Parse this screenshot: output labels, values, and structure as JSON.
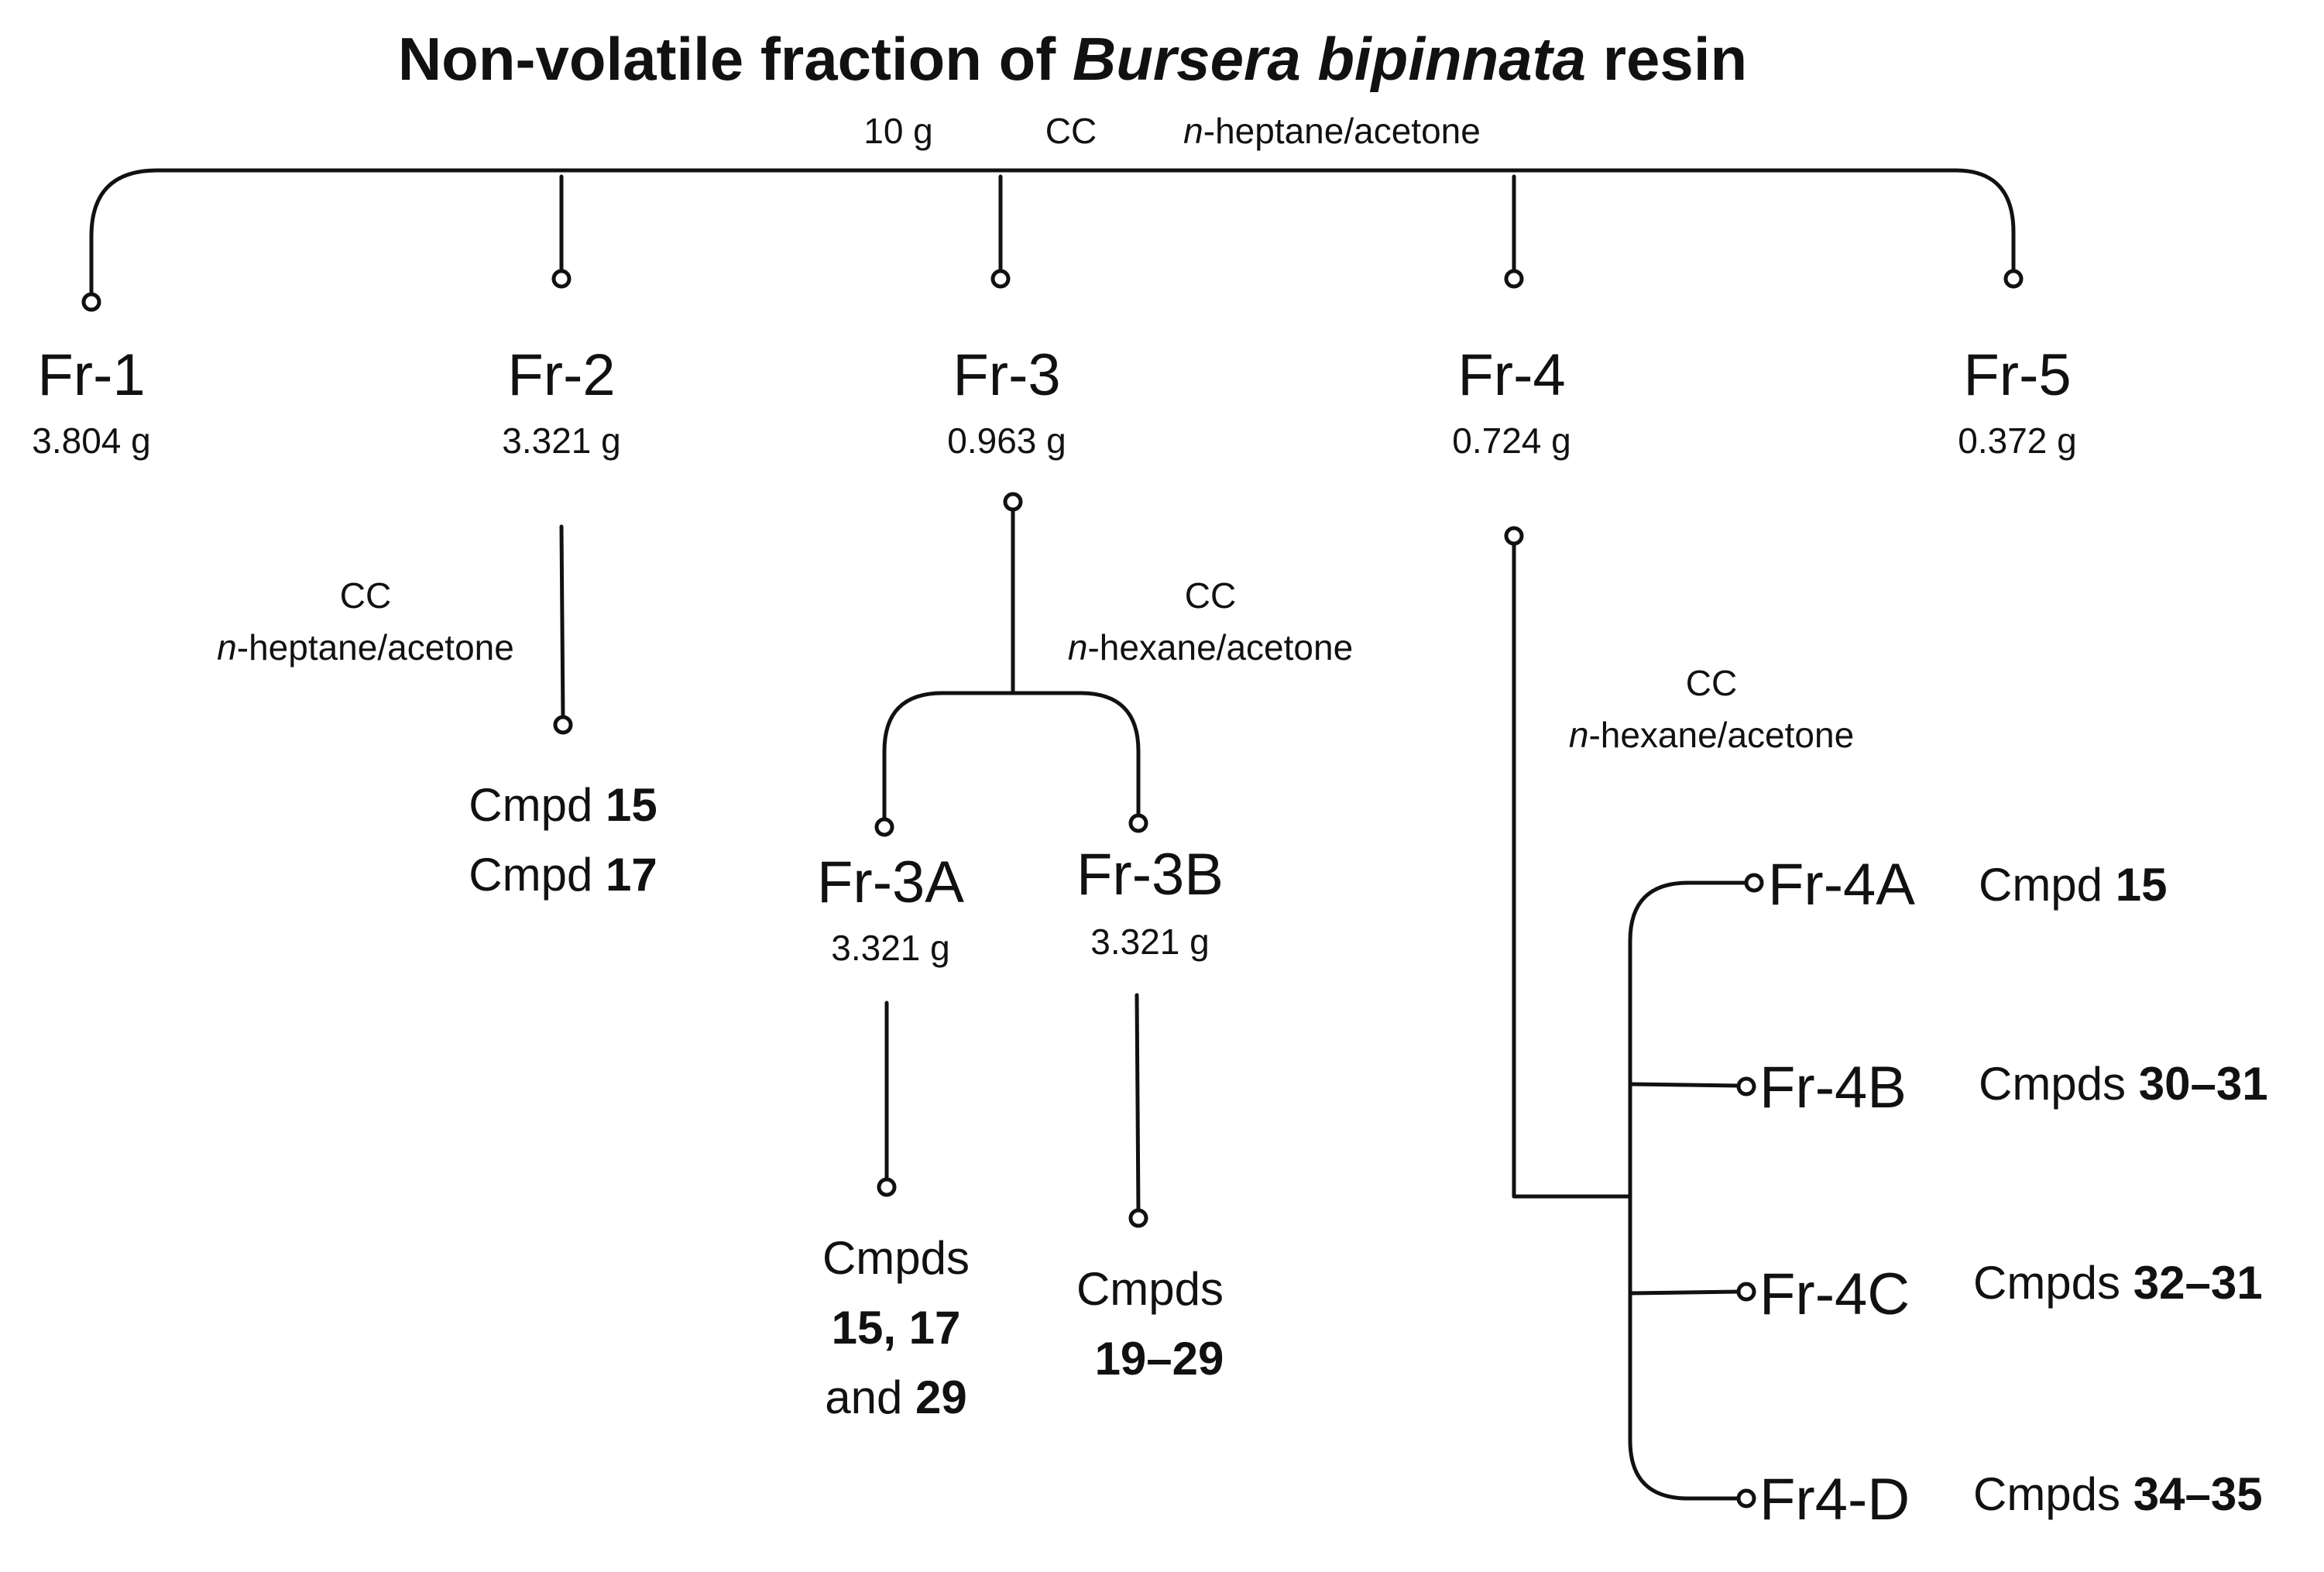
{
  "title": {
    "prefix": "Non-volatile fraction of ",
    "italic": "Bursera bipinnata",
    "suffix": " resin"
  },
  "main_cc": {
    "mass": "10 g",
    "method": "CC",
    "solvent_prefix": "n",
    "solvent_rest": "-heptane/acetone"
  },
  "fractions": [
    {
      "name": "Fr-1",
      "mass": "3.804 g"
    },
    {
      "name": "Fr-2",
      "mass": "3.321 g"
    },
    {
      "name": "Fr-3",
      "mass": "0.963 g"
    },
    {
      "name": "Fr-4",
      "mass": "0.724 g"
    },
    {
      "name": "Fr-5",
      "mass": "0.372 g"
    }
  ],
  "fr2_branch": {
    "method": "CC",
    "solvent_prefix": "n",
    "solvent_rest": "-heptane/acetone",
    "compounds": [
      {
        "label": "Cmpd ",
        "bold": "15"
      },
      {
        "label": "Cmpd ",
        "bold": "17"
      }
    ]
  },
  "fr3_branch": {
    "method": "CC",
    "solvent_prefix": "n",
    "solvent_rest": "-hexane/acetone",
    "subfractions": [
      {
        "name": "Fr-3A",
        "mass": "3.321 g",
        "cmpd_label": "Cmpds",
        "cmpd_bold": "15, 17",
        "cmpd_and": "and ",
        "cmpd_bold2": "29"
      },
      {
        "name": "Fr-3B",
        "mass": "3.321 g",
        "cmpd_label": "Cmpds",
        "cmpd_bold": "19–29"
      }
    ]
  },
  "fr4_branch": {
    "method": "CC",
    "solvent_prefix": "n",
    "solvent_rest": "-hexane/acetone",
    "subfractions": [
      {
        "name": "Fr-4A",
        "cmpd_label": "Cmpd ",
        "cmpd_bold": "15"
      },
      {
        "name": "Fr-4B",
        "cmpd_label": "Cmpds ",
        "cmpd_bold": "30–31"
      },
      {
        "name": "Fr-4C",
        "cmpd_label": "Cmpds ",
        "cmpd_bold": "32–31"
      },
      {
        "name": "Fr4-D",
        "cmpd_label": "Cmpds ",
        "cmpd_bold": "34–35"
      }
    ]
  }
}
